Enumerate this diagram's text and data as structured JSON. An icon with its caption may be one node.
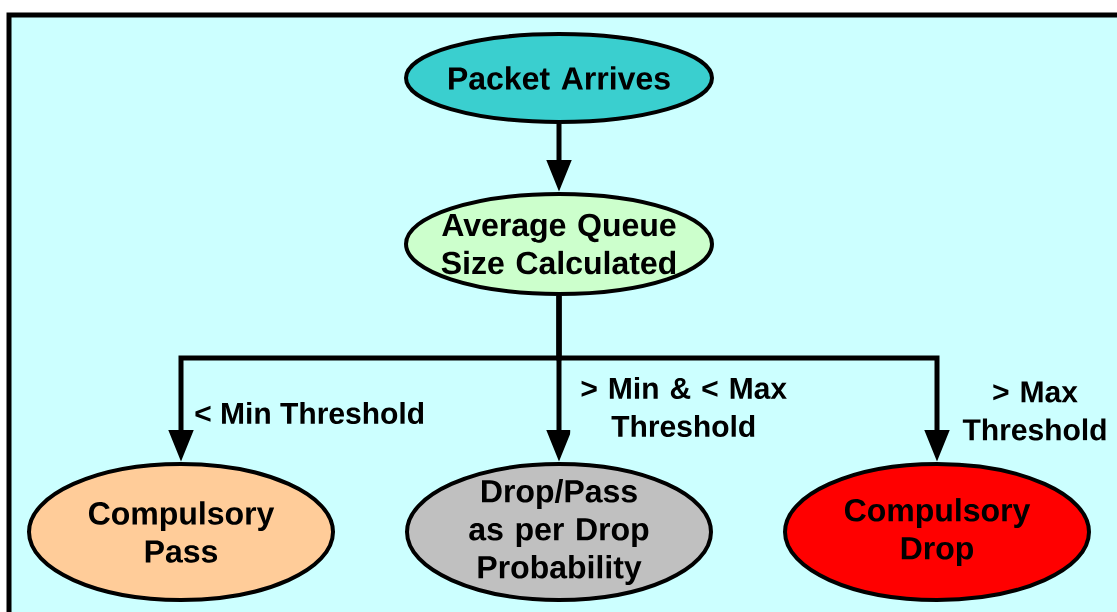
{
  "diagram": {
    "nodes": [
      {
        "text": [
          "Packet Arrives"
        ]
      },
      {
        "text": [
          "Average Queue Size Calculated"
        ]
      },
      {
        "text": [
          "Compulsory Pass"
        ]
      },
      {
        "text": [
          "Drop/Pass as per Drop Probability"
        ]
      },
      {
        "text": [
          "Compulsory Drop"
        ]
      }
    ],
    "edges": [
      {
        "from": 0,
        "to": 1,
        "arrow": "to"
      },
      {
        "from": 1,
        "to": 2,
        "arrow": "to",
        "label": "< Min Threshold"
      },
      {
        "from": 1,
        "to": 3,
        "arrow": "to",
        "label": "> Min & < Max Threshold"
      },
      {
        "from": 1,
        "to": 4,
        "arrow": "to",
        "label": "> Max Threshold"
      }
    ]
  }
}
